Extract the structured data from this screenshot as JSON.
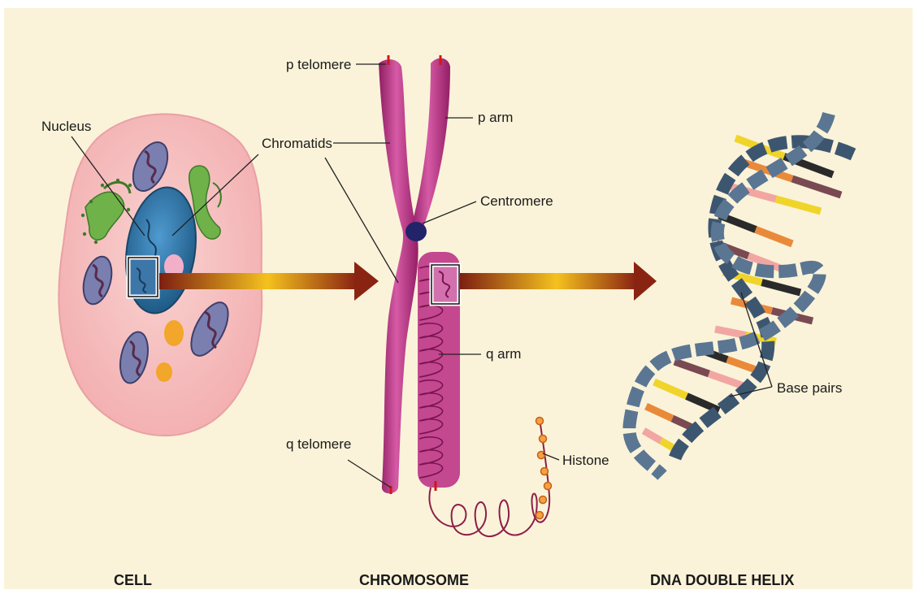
{
  "labels": {
    "nucleus": "Nucleus",
    "chromatids": "Chromatids",
    "p_telomere": "p telomere",
    "p_arm": "p arm",
    "centromere": "Centromere",
    "q_arm": "q arm",
    "q_telomere": "q telomere",
    "histone": "Histone",
    "base_pairs": "Base pairs"
  },
  "captions": {
    "cell": "CELL",
    "chromosome": "CHROMOSOME",
    "dna": "DNA DOUBLE HELIX"
  },
  "colors": {
    "background": "#faf3d9",
    "cell": "#f6c1c1",
    "nucleus": "#2d6f9e",
    "chromosome": "#b0287a",
    "centromere": "#23236a",
    "arrow": "#7d1e12",
    "dna_backbone": "#3d5670",
    "base_colors": [
      "#f0d42a",
      "#e98a3a",
      "#f2a6a2",
      "#2a2a2a",
      "#7a4a52"
    ]
  }
}
